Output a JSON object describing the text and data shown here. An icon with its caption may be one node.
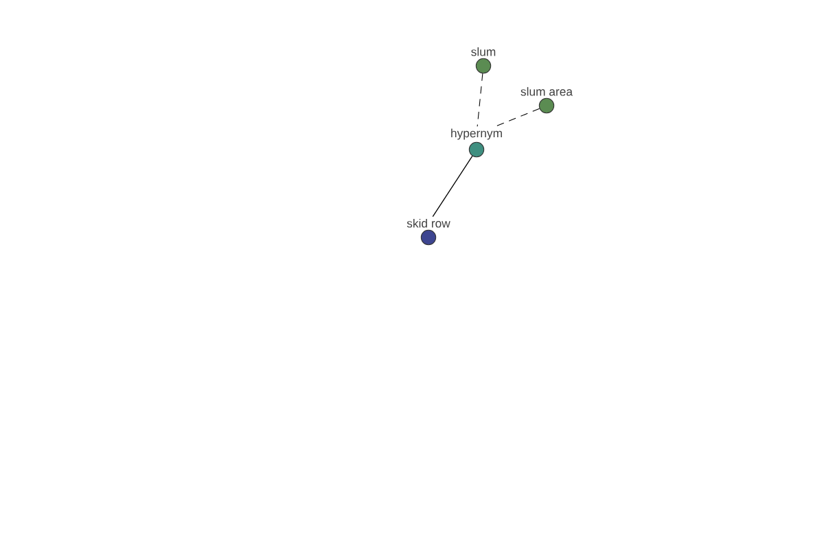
{
  "diagram": {
    "nodes": [
      {
        "text": [
          "slum"
        ]
      },
      {
        "text": [
          "slum area"
        ]
      },
      {
        "text": [
          "hypernym"
        ]
      },
      {
        "text": [
          "skid row"
        ]
      }
    ],
    "edges": [
      {
        "from": 0,
        "to": 2,
        "arrow": "none",
        "style": "dashed"
      },
      {
        "from": 1,
        "to": 2,
        "arrow": "none",
        "style": "dashed"
      },
      {
        "from": 2,
        "to": 3,
        "arrow": "none"
      }
    ]
  }
}
